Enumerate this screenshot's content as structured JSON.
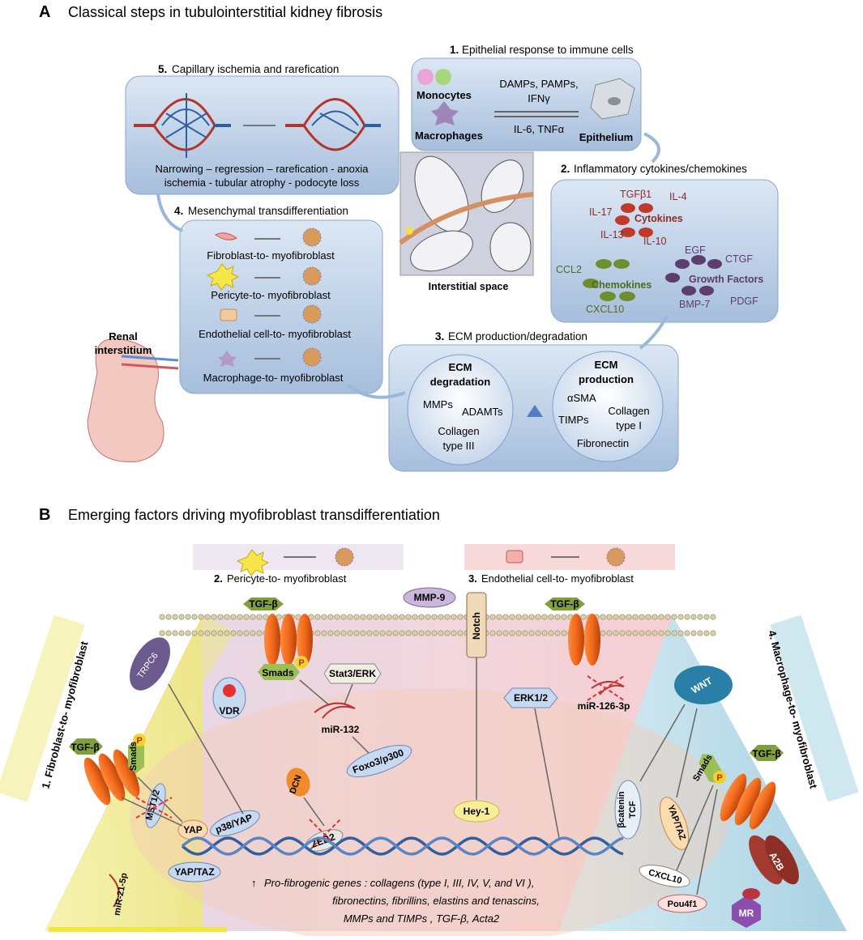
{
  "panelA": {
    "letter": "A",
    "title": "Classical steps in tubulointerstitial kidney fibrosis",
    "step1": {
      "num": "1.",
      "title": "Epithelial response to immune cells",
      "monocytes": "Monocytes",
      "macrophages": "Macrophages",
      "signals_top": [
        "DAMPs, PAMPs,",
        "IFNγ"
      ],
      "signals_bottom": "IL-6, TNFα",
      "epithelium": "Epithelium"
    },
    "step2": {
      "num": "2.",
      "title": "Inflammatory cytokines/chemokines",
      "cytokines": "Cytokines",
      "tgf": "TGFβ1",
      "il4": "IL-4",
      "il17": "IL-17",
      "il13": "IL-13",
      "il10": "IL-10",
      "chemokines": "Chemokines",
      "ccl2": "CCL2",
      "cxcl10": "CXCL10",
      "growth": "Growth Factors",
      "egf": "EGF",
      "ctgf": "CTGF",
      "bmp7": "BMP-7",
      "pdgf": "PDGF"
    },
    "step3": {
      "num": "3.",
      "title": "ECM production/degradation",
      "deg_title": [
        "ECM",
        "degradation"
      ],
      "mmps": "MMPs",
      "adamts": "ADAMTs",
      "col3": [
        "Collagen",
        "type III"
      ],
      "prod_title": [
        "ECM",
        "production"
      ],
      "asma": "αSMA",
      "timps": "TIMPs",
      "col1": [
        "Collagen",
        "type I"
      ],
      "fibronectin": "Fibronectin"
    },
    "step4": {
      "num": "4.",
      "title": "Mesenchymal transdifferentiation",
      "rows": [
        "Fibroblast-to- myofibroblast",
        "Pericyte-to- myofibroblast",
        "Endothelial cell-to- myofibroblast",
        "Macrophage-to- myofibroblast"
      ]
    },
    "step5": {
      "num": "5.",
      "title": "Capillary ischemia and rarefication",
      "line1": "Narrowing – regression – rarefication - anoxia",
      "line2": "ischemia - tubular atrophy -  podocyte loss"
    },
    "interstitial": "Interstitial space",
    "renal": [
      "Renal",
      "interstitium"
    ]
  },
  "panelB": {
    "letter": "B",
    "title": "Emerging factors driving myofibroblast transdifferentiation",
    "sections": {
      "s1": "1. Fibroblast-to- myofibroblast",
      "s2num": "2.",
      "s2": "Pericyte-to- myofibroblast",
      "s3num": "3.",
      "s3": "Endothelial cell-to- myofibroblast",
      "s4": "4. Macrophage-to- myofibroblast"
    },
    "labels": {
      "tgf": "TGF-β",
      "mmp9": "MMP-9",
      "notch": "Notch",
      "trpc6": "TRPC6",
      "vdr": "VDR",
      "smads": "Smads",
      "p": "P",
      "stat3": "Stat3/ERK",
      "mir132": "miR-132",
      "erk12": "ERK1/2",
      "mir126": "miR-126-3p",
      "wnt": "WNT",
      "foxo3": "Foxo3/p300",
      "dcn": "DCN",
      "hey1": "Hey-1",
      "mst12": "MST1/2",
      "yap": "YAP",
      "p38yap": "p38/YAP",
      "zeb2": "ZEB2",
      "yaptaz": "YAP/TAZ",
      "mir21": "miR-21-5p",
      "bcatenin": "βcatenin",
      "tcf": "TCF",
      "cxcl10": "CXCL10",
      "pou4f1": "Pou4f1",
      "a2b": "A2B",
      "mr": "MR"
    },
    "genes": [
      "Pro-fibrogenic genes : collagens (type I, III, IV, V, and VI ),",
      "fibronectins, fibrillins, elastins and tenascins,",
      "MMPs and TIMPs , TGF-β, Acta2"
    ]
  },
  "colors": {
    "panelBox": "#b7cbe4",
    "cytokine": "#c0392b",
    "chemokine": "#6f8f2e",
    "growth": "#5d3c6e",
    "receptor": "#f26a1b",
    "smad": "#8aa84a",
    "yellow": "#f2ee9c",
    "pink": "#f5c7cc",
    "blue": "#bcdde8"
  }
}
